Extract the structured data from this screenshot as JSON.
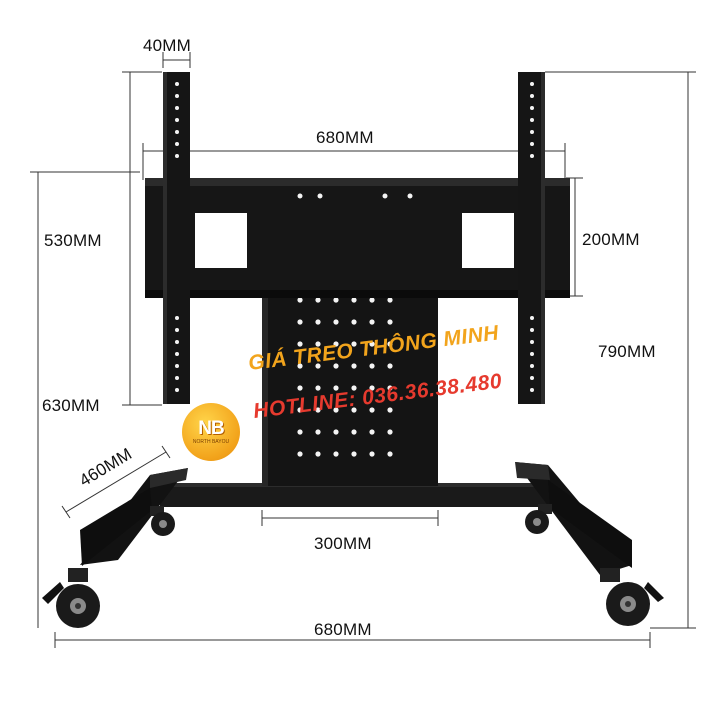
{
  "dimensions": {
    "top_width": "40MM",
    "mount_width": "680MM",
    "left_height_upper": "530MM",
    "right_plate_height": "200MM",
    "total_height": "790MM",
    "left_height_lower": "630MM",
    "base_depth": "460MM",
    "column_width": "300MM",
    "base_width": "680MM"
  },
  "watermark": {
    "line1": "GIÁ TREO THÔNG MINH",
    "line2": "HOTLINE: 036.36.38.480"
  },
  "logo": {
    "mark": "NB",
    "sub": "NORTH BAYOU"
  },
  "colors": {
    "steel": "#151515",
    "watermark_orange": "#f2a41c",
    "watermark_red": "#e63a2e",
    "logo": "#f2a21a"
  }
}
